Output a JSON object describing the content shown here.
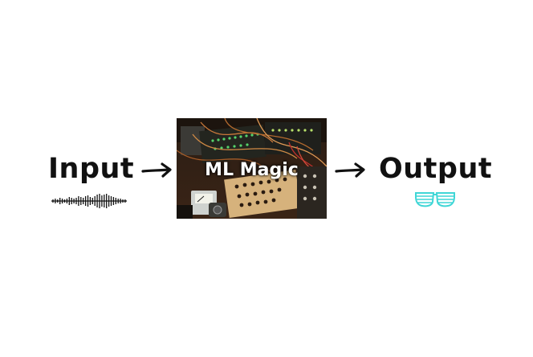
{
  "diagram": {
    "input_label": "Input",
    "process_label": "ML Magic",
    "output_label": "Output"
  },
  "icons": {
    "input": "audio-waveform-icon",
    "arrows": "right-arrow-icon",
    "process": "modular-synthesizer-photo",
    "output": "shutter-shades-icon"
  },
  "colors": {
    "text": "#111111",
    "arrow": "#111111",
    "waveform": "#111111",
    "glasses": "#3fd6d6",
    "process_text": "#ffffff"
  }
}
